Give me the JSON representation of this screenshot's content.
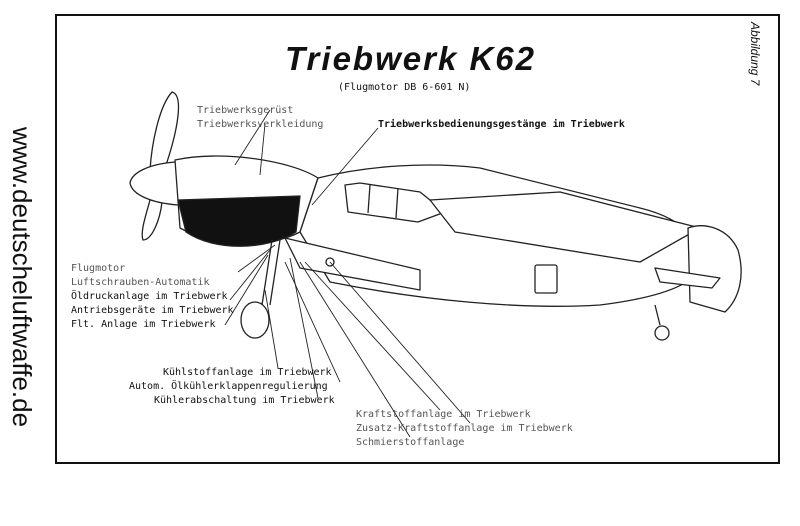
{
  "watermark": "www.deutscheluftwaffe.de",
  "figure_label": "Abbildung 7",
  "title": "Triebwerk K62",
  "subtitle": "(Flugmotor DB 6-601 N)",
  "labels": {
    "engine_mount": "Triebwerksgerüst",
    "engine_cowling": "Triebwerksverkleidung",
    "controls_linkage": "Triebwerksbedienungsgestänge im Triebwerk",
    "flugmotor": "Flugmotor",
    "prop_auto": "Luftschrauben-Automatik",
    "oil_pressure": "Öldruckanlage im Triebwerk",
    "drive_units": "Antriebsgeräte im Triebwerk",
    "flt_system": "Flt. Anlage im Triebwerk",
    "coolant": "Kühlstoffanlage im Triebwerk",
    "oil_cooler_flaps": "Autom. Ölkühlerklappenregulierung",
    "radiator_cutoff": "Kühlerabschaltung im Triebwerk",
    "fuel_system": "Kraftstoffanlage im Triebwerk",
    "aux_fuel": "Zusatz-Kraftstoffanlage im Triebwerk",
    "lubricant": "Schmierstoffanlage"
  }
}
